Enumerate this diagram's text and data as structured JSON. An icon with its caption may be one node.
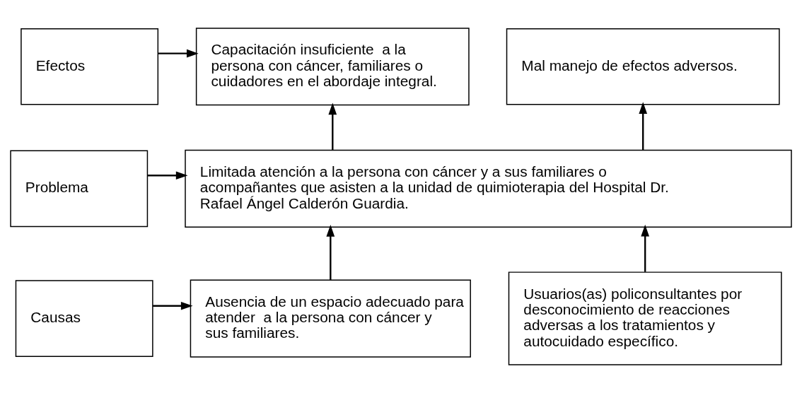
{
  "diagram": {
    "nodes": [
      {
        "text": [
          "Efectos"
        ]
      },
      {
        "text": [
          "Capacitación insuficiente  a la persona con cáncer, familiares o cuidadores en el abordaje integral."
        ]
      },
      {
        "text": [
          "Mal manejo de efectos adversos."
        ]
      },
      {
        "text": [
          "Problema"
        ]
      },
      {
        "text": [
          "Limitada atención a la persona con cáncer y a sus familiares o acompañantes que asisten a la unidad de quimioterapia del Hospital Dr. Rafael Ángel Calderón Guardia."
        ]
      },
      {
        "text": [
          "Causas"
        ]
      },
      {
        "text": [
          "Ausencia de un espacio adecuado para atender  a la persona con cáncer y sus familiares."
        ]
      },
      {
        "text": [
          "Usuarios(as) policonsultantes por desconocimiento de reacciones adversas a los tratamientos y autocuidado específico."
        ]
      }
    ],
    "edges": [
      {
        "from": 0,
        "to": 1,
        "arrow": "to"
      },
      {
        "from": 4,
        "to": 1,
        "arrow": "to"
      },
      {
        "from": 4,
        "to": 2,
        "arrow": "to"
      },
      {
        "from": 3,
        "to": 4,
        "arrow": "to"
      },
      {
        "from": 6,
        "to": 4,
        "arrow": "to"
      },
      {
        "from": 7,
        "to": 4,
        "arrow": "to"
      },
      {
        "from": 5,
        "to": 6,
        "arrow": "to"
      }
    ]
  }
}
